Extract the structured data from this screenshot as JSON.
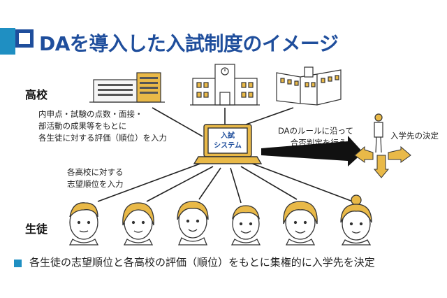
{
  "title": "DAを導入した入試制度のイメージ",
  "labels": {
    "high_school": "高校",
    "students": "生徒"
  },
  "high_school_desc": [
    "内申点・試験の点数・面接・",
    "部活動の成果等をもとに",
    "各生徒に対する評価（順位）を入力"
  ],
  "student_desc": [
    "各高校に対する",
    "志望順位を入力"
  ],
  "system_label": [
    "入試",
    "システム"
  ],
  "da_desc": [
    "DAのルールに沿って",
    "合否判定を行う"
  ],
  "decision": "入学先の決定",
  "footer": "各生徒の志望順位と各高校の評価（順位）をもとに集権的に入学先を決定",
  "colors": {
    "accent": "#1f8fc2",
    "title": "#1f4e9c",
    "laptop": "#e8b84a"
  }
}
